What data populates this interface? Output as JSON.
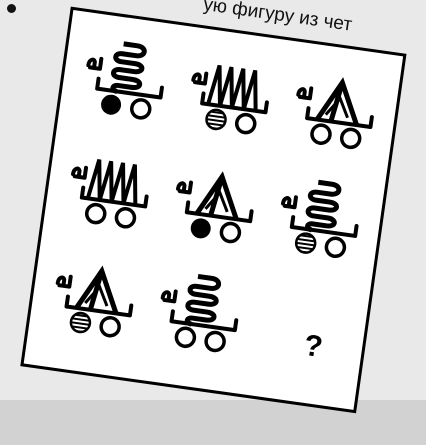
{
  "header": {
    "text": "ую фигуру из чет"
  },
  "puzzle": {
    "cells": [
      {
        "row": 1,
        "col": 1,
        "figure": "spring",
        "wheels": "black-and-plain"
      },
      {
        "row": 1,
        "col": 2,
        "figure": "zigzag",
        "wheels": "striped-and-plain"
      },
      {
        "row": 1,
        "col": 3,
        "figure": "triangle",
        "wheels": "plain-and-plain"
      },
      {
        "row": 2,
        "col": 1,
        "figure": "zigzag",
        "wheels": "plain-and-plain"
      },
      {
        "row": 2,
        "col": 2,
        "figure": "triangle",
        "wheels": "black-and-plain"
      },
      {
        "row": 2,
        "col": 3,
        "figure": "spring",
        "wheels": "striped-and-plain"
      },
      {
        "row": 3,
        "col": 1,
        "figure": "triangle",
        "wheels": "striped-and-plain"
      },
      {
        "row": 3,
        "col": 2,
        "figure": "spring",
        "wheels": "plain-and-plain"
      },
      {
        "row": 3,
        "col": 3,
        "figure": "unknown",
        "wheels": "unknown"
      }
    ],
    "question_mark": "?"
  }
}
